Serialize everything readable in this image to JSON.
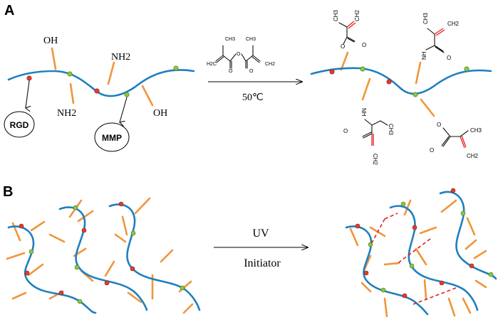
{
  "panel_a": {
    "label": "A",
    "substituents": {
      "oh_top": "OH",
      "nh2_top": "NH2",
      "nh2_bottom": "NH2",
      "oh_right": "OH"
    },
    "peptides": {
      "rgd": "RGD",
      "mmp": "MMP"
    },
    "reaction_condition": "50℃",
    "reagent_atoms": {
      "ch2_left": "H2C",
      "ch3_left": "CH3",
      "ch3_right": "CH3",
      "ch2_right": "CH2",
      "o1": "O",
      "o2": "O",
      "o3": "O"
    },
    "product_atoms": {
      "g1": {
        "ch3": "CH3",
        "ch2": "CH2",
        "o": "O",
        "o_link": "O"
      },
      "g2": {
        "ch3": "CH3",
        "ch2": "CH2",
        "o": "O",
        "nh": "NH"
      },
      "g3": {
        "ch3": "CH3",
        "ch2": "CH2",
        "o": "O",
        "nh": "NH"
      },
      "g4": {
        "ch3": "CH3",
        "ch2": "CH2",
        "o": "O",
        "o_link": "O"
      }
    }
  },
  "panel_b": {
    "label": "B",
    "arrow_top": "UV",
    "arrow_bottom": "Initiator"
  },
  "colors": {
    "backbone": "#1e7fc0",
    "side_arm": "#f0953a",
    "red_bead": "#e33b2e",
    "green_bead": "#8dc63f",
    "double_bond": "#e0201b",
    "crosslink": "#e0201b"
  }
}
